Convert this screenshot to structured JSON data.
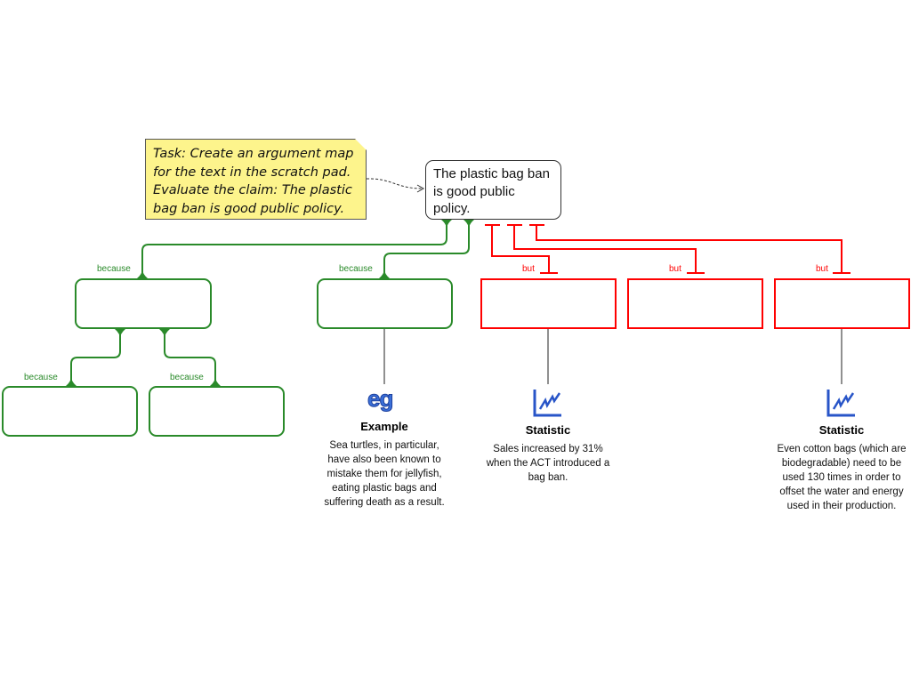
{
  "note": {
    "text": "Task: Create an argument map for the text in the scratch pad. Evaluate the claim: The plastic bag ban is good public policy."
  },
  "claim": {
    "text": "The plastic bag ban is good public policy."
  },
  "labels": {
    "because": "because",
    "but": "but"
  },
  "evidence": [
    {
      "icon": "example-eg-icon",
      "kind": "Example",
      "text": "Sea turtles, in particular, have also been known to mistake them for jellyfish, eating plastic bags and suffering death as a result."
    },
    {
      "icon": "statistic-chart-icon",
      "kind": "Statistic",
      "text": "Sales increased by 31% when the ACT introduced a bag ban."
    },
    {
      "icon": "statistic-chart-icon",
      "kind": "Statistic",
      "text": "Even cotton bags (which are biodegradable) need to be used 130 times in order to offset the water and energy used in their production."
    }
  ],
  "colors": {
    "support": "#2a8a2a",
    "objection": "#ff0000",
    "note": "#fdf48c"
  }
}
